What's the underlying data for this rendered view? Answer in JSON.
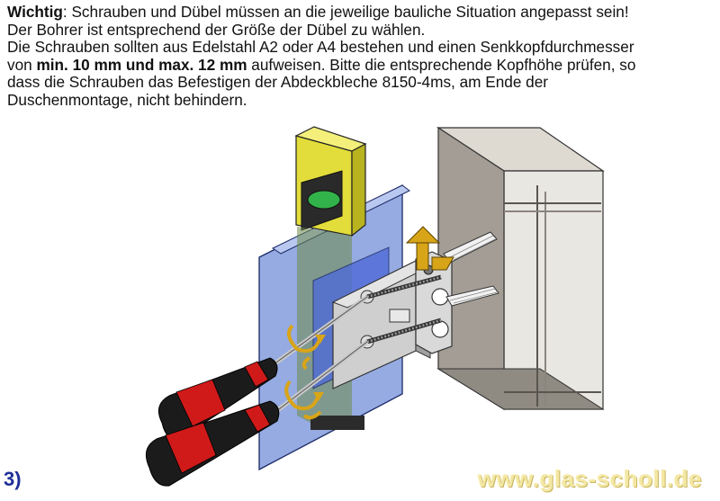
{
  "instructions": {
    "line1_bold": "Wichtig",
    "line1_rest": ": Schrauben und Dübel müssen an die jeweilige bauliche Situation angepasst sein!",
    "line2": "Der Bohrer ist entsprechend der Größe der Dübel zu wählen.",
    "line3": "Die Schrauben sollten aus Edelstahl A2 oder A4 bestehen und einen Senkkopfdurchmesser",
    "line4_pre": "von ",
    "line4_bold": "min. 10 mm und max. 12 mm",
    "line4_rest": " aufweisen. Bitte die entsprechende Kopfhöhe prüfen, so",
    "line5": "dass die Schrauben das Befestigen der Abdeckbleche 8150-4ms, am Ende der",
    "line6": "Duschenmontage, nicht behindern."
  },
  "step_number": "3)",
  "website": "www.glas-scholl.de",
  "colors": {
    "glass": "#8fa6e0",
    "spirit_level": "#e2dd3a",
    "wall": "#a49f96",
    "bracket": "#c9c9c9",
    "screwdriver_handle": "#1b1b1b",
    "screwdriver_band": "#d01a1a",
    "arrow": "#d8a418"
  },
  "icons": [
    "screwdriver-icon",
    "rotation-arrow-icon",
    "spirit-level-icon",
    "wall-plug-icon",
    "screw-icon"
  ]
}
